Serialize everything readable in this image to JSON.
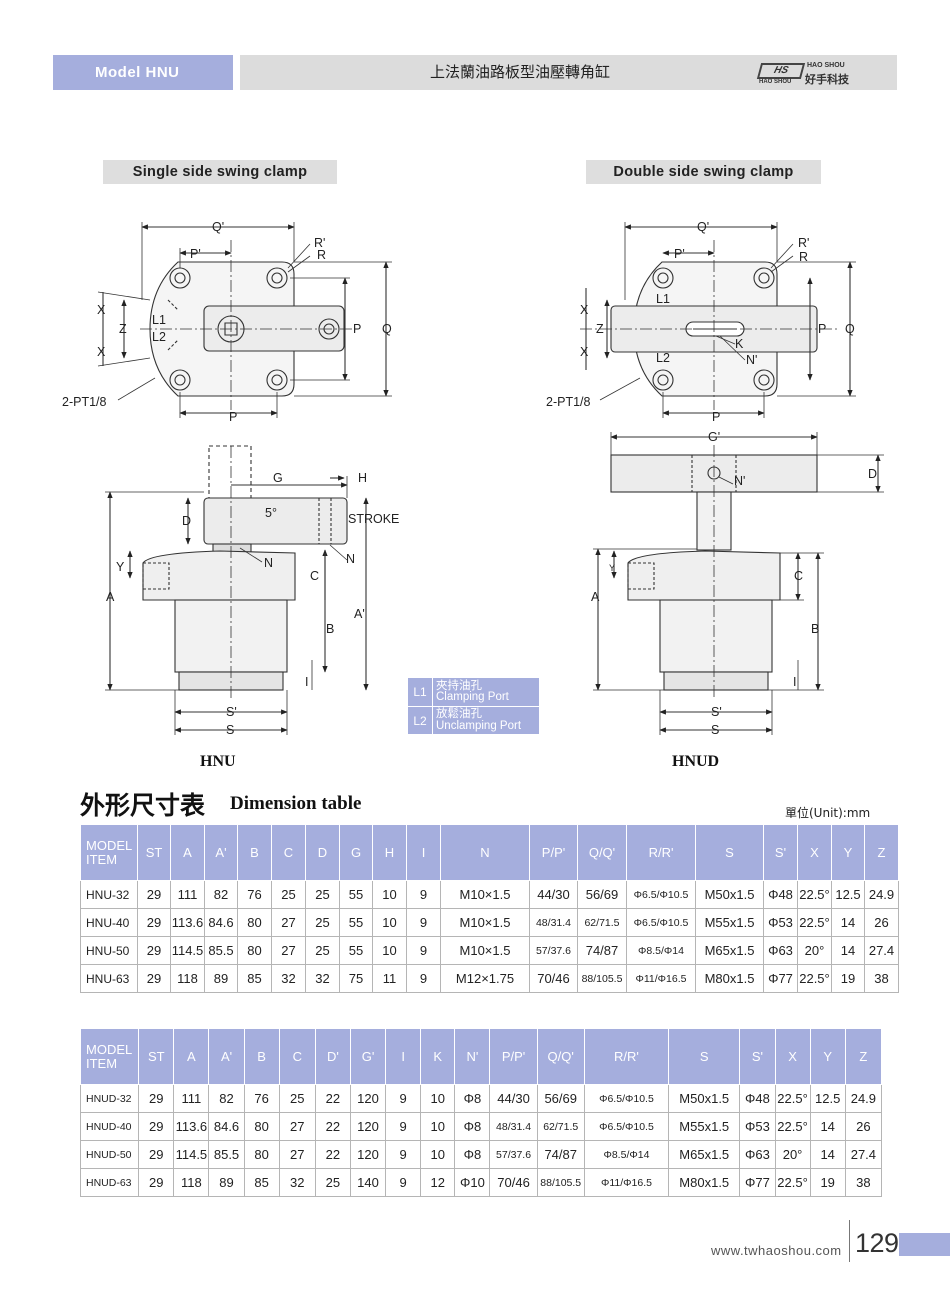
{
  "header": {
    "model": "Model  HNU",
    "title": "上法蘭油路板型油壓轉角缸",
    "logo_box": "HS",
    "logo_en": "HAO SHOU",
    "logo_zh": "好手科技",
    "logo_sub": "HAO SHOU"
  },
  "sections": {
    "single": "Single side swing clamp",
    "double": "Double side swing clamp"
  },
  "drawing_labels": {
    "q_prime": "Q'",
    "p_prime": "P'",
    "r_prime": "R'",
    "r": "R",
    "x": "X",
    "z": "Z",
    "l1": "L1",
    "l2": "L2",
    "p": "P",
    "q": "Q",
    "pt": "2-PT1/8",
    "g": "G",
    "h": "H",
    "five_deg": "5°",
    "d": "D",
    "stroke": "STROKE",
    "n": "N",
    "y": "Y",
    "c": "C",
    "a": "A",
    "a_prime": "A'",
    "b": "B",
    "i": "I",
    "s_prime": "S'",
    "s": "S",
    "k": "K",
    "n_prime": "N'",
    "g_prime": "G'"
  },
  "captions": {
    "left": "HNU",
    "right": "HNUD"
  },
  "legend": {
    "l1": "L1",
    "l1_zh": "夾持油孔",
    "l1_en": "Clamping Port",
    "l2": "L2",
    "l2_zh": "放鬆油孔",
    "l2_en": "Unclamping Port"
  },
  "dimension": {
    "title_zh": "外形尺寸表",
    "title_en": "Dimension table",
    "unit": "單位(Unit):mm"
  },
  "table1": {
    "model_label": "MODEL",
    "item_label": "ITEM",
    "columns": [
      "ST",
      "A",
      "A'",
      "B",
      "C",
      "D",
      "G",
      "H",
      "I",
      "N",
      "P/P'",
      "Q/Q'",
      "R/R'",
      "S",
      "S'",
      "X",
      "Y",
      "Z"
    ],
    "rows": [
      [
        "HNU-32",
        "29",
        "111",
        "82",
        "76",
        "25",
        "25",
        "55",
        "10",
        "9",
        "M10×1.5",
        "44/30",
        "56/69",
        "Φ6.5/Φ10.5",
        "M50x1.5",
        "Φ48",
        "22.5°",
        "12.5",
        "24.9"
      ],
      [
        "HNU-40",
        "29",
        "113.6",
        "84.6",
        "80",
        "27",
        "25",
        "55",
        "10",
        "9",
        "M10×1.5",
        "48/31.4",
        "62/71.5",
        "Φ6.5/Φ10.5",
        "M55x1.5",
        "Φ53",
        "22.5°",
        "14",
        "26"
      ],
      [
        "HNU-50",
        "29",
        "114.5",
        "85.5",
        "80",
        "27",
        "25",
        "55",
        "10",
        "9",
        "M10×1.5",
        "57/37.6",
        "74/87",
        "Φ8.5/Φ14",
        "M65x1.5",
        "Φ63",
        "20°",
        "14",
        "27.4"
      ],
      [
        "HNU-63",
        "29",
        "118",
        "89",
        "85",
        "32",
        "32",
        "75",
        "11",
        "9",
        "M12×1.75",
        "70/46",
        "88/105.5",
        "Φ11/Φ16.5",
        "M80x1.5",
        "Φ77",
        "22.5°",
        "19",
        "38"
      ]
    ]
  },
  "table2": {
    "model_label": "MODEL",
    "item_label": "ITEM",
    "columns": [
      "ST",
      "A",
      "A'",
      "B",
      "C",
      "D'",
      "G'",
      "I",
      "K",
      "N'",
      "P/P'",
      "Q/Q'",
      "R/R'",
      "S",
      "S'",
      "X",
      "Y",
      "Z"
    ],
    "rows": [
      [
        "HNUD-32",
        "29",
        "111",
        "82",
        "76",
        "25",
        "22",
        "120",
        "9",
        "10",
        "Φ8",
        "44/30",
        "56/69",
        "Φ6.5/Φ10.5",
        "M50x1.5",
        "Φ48",
        "22.5°",
        "12.5",
        "24.9"
      ],
      [
        "HNUD-40",
        "29",
        "113.6",
        "84.6",
        "80",
        "27",
        "22",
        "120",
        "9",
        "10",
        "Φ8",
        "48/31.4",
        "62/71.5",
        "Φ6.5/Φ10.5",
        "M55x1.5",
        "Φ53",
        "22.5°",
        "14",
        "26"
      ],
      [
        "HNUD-50",
        "29",
        "114.5",
        "85.5",
        "80",
        "27",
        "22",
        "120",
        "9",
        "10",
        "Φ8",
        "57/37.6",
        "74/87",
        "Φ8.5/Φ14",
        "M65x1.5",
        "Φ63",
        "20°",
        "14",
        "27.4"
      ],
      [
        "HNUD-63",
        "29",
        "118",
        "89",
        "85",
        "32",
        "25",
        "140",
        "9",
        "12",
        "Φ10",
        "70/46",
        "88/105.5",
        "Φ11/Φ16.5",
        "M80x1.5",
        "Φ77",
        "22.5°",
        "19",
        "38"
      ]
    ]
  },
  "footer": {
    "url": "www.twhaoshou.com",
    "page": "129"
  }
}
